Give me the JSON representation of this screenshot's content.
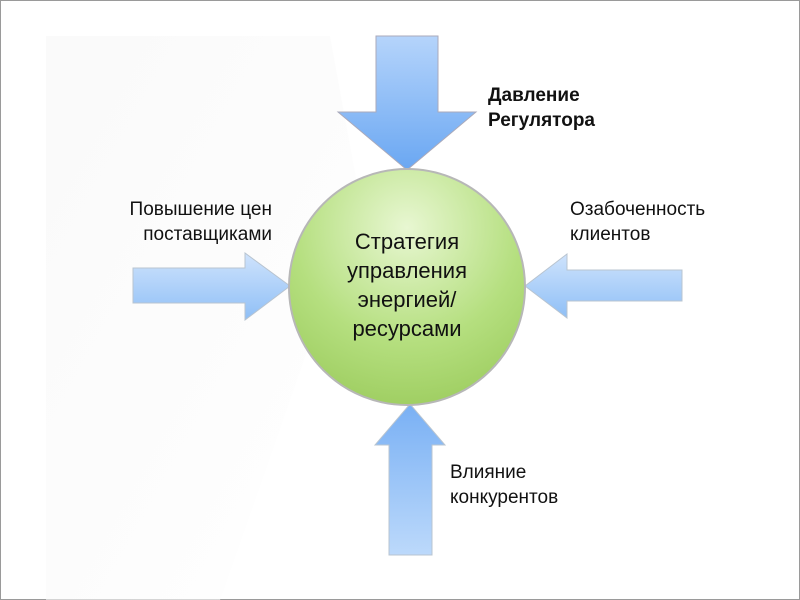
{
  "center": {
    "lines": [
      "Стратегия",
      "управления",
      "энергией/",
      "ресурсами"
    ]
  },
  "forces": {
    "top": {
      "lines": [
        "Давление",
        "Регулятора"
      ]
    },
    "left": {
      "lines": [
        "Повышение цен",
        "поставщиками"
      ]
    },
    "right": {
      "lines": [
        "Озабоченность",
        "клиентов"
      ]
    },
    "bottom": {
      "lines": [
        "Влияние",
        "конкурентов"
      ]
    }
  },
  "colors": {
    "arrow": "#7fb3f5",
    "circle": "#a6d36a"
  }
}
